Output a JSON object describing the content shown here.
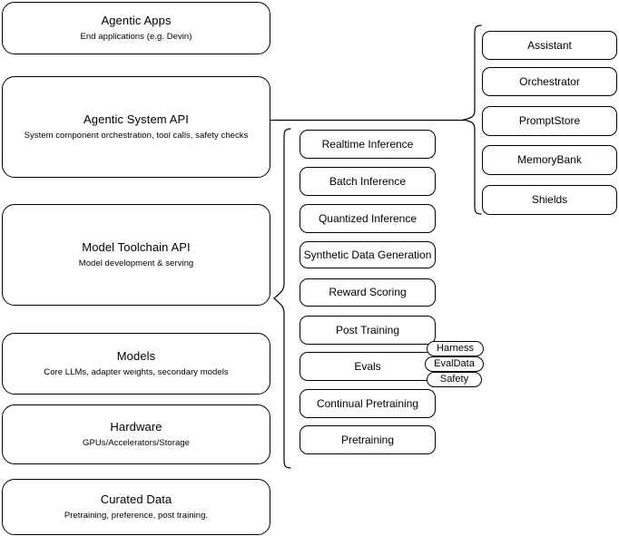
{
  "diagram": {
    "type": "layered-architecture-stack",
    "title_visible": false,
    "colors": {
      "stroke": "#000000",
      "background": "#ffffff",
      "text": "#000000"
    },
    "layers": [
      {
        "id": "agentic-apps",
        "title": "Agentic Apps",
        "subtitle": "End applications (e.g. Devin)"
      },
      {
        "id": "agentic-system-api",
        "title": "Agentic System API",
        "subtitle": "System component orchestration, tool calls, safety checks"
      },
      {
        "id": "model-toolchain-api",
        "title": "Model Toolchain API",
        "subtitle": "Model development & serving"
      },
      {
        "id": "models",
        "title": "Models",
        "subtitle": "Core LLMs, adapter weights, secondary models"
      },
      {
        "id": "hardware",
        "title": "Hardware",
        "subtitle": "GPUs/Accelerators/Storage"
      },
      {
        "id": "curated-data",
        "title": "Curated Data",
        "subtitle": "Pretraining, preference, post training."
      }
    ],
    "toolchain_capabilities": [
      {
        "id": "realtime-inference",
        "label": "Realtime Inference"
      },
      {
        "id": "batch-inference",
        "label": "Batch Inference"
      },
      {
        "id": "quantized-inference",
        "label": "Quantized Inference"
      },
      {
        "id": "synthetic-data-generation",
        "label": "Synthetic Data Generation"
      },
      {
        "id": "reward-scoring",
        "label": "Reward Scoring"
      },
      {
        "id": "post-training",
        "label": "Post Training"
      },
      {
        "id": "evals",
        "label": "Evals"
      },
      {
        "id": "continual-pretraining",
        "label": "Continual Pretraining"
      },
      {
        "id": "pretraining",
        "label": "Pretraining"
      }
    ],
    "evals_subcomponents": [
      {
        "id": "harness",
        "label": "Harness"
      },
      {
        "id": "evaldata",
        "label": "EvalData"
      },
      {
        "id": "safety",
        "label": "Safety"
      }
    ],
    "system_components": [
      {
        "id": "assistant",
        "label": "Assistant"
      },
      {
        "id": "orchestrator",
        "label": "Orchestrator"
      },
      {
        "id": "promptstore",
        "label": "PromptStore"
      },
      {
        "id": "memorybank",
        "label": "MemoryBank"
      },
      {
        "id": "shields",
        "label": "Shields"
      }
    ]
  }
}
